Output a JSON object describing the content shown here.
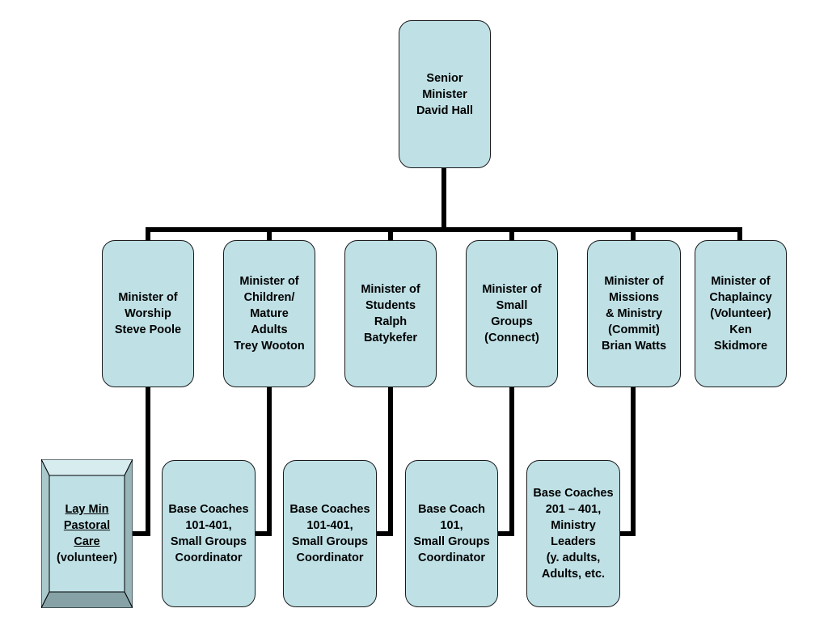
{
  "colors": {
    "box_fill": "#bfe1e6",
    "line": "#000000"
  },
  "top": {
    "text": "Senior\nMinister\nDavid Hall"
  },
  "ministers": [
    {
      "text": "Minister of\nWorship\nSteve Poole"
    },
    {
      "text": "Minister of\nChildren/\nMature\nAdults\nTrey Wooton"
    },
    {
      "text": "Minister of\nStudents\nRalph\nBatykefer"
    },
    {
      "text": "Minister of\nSmall\nGroups\n(Connect)"
    },
    {
      "text": "Minister of\nMissions\n& Ministry\n(Commit)\nBrian Watts"
    },
    {
      "text": "Minister of\nChaplaincy\n(Volunteer)\nKen\nSkidmore"
    }
  ],
  "reports": [
    {
      "line1": "Lay Min",
      "line2": "Pastoral",
      "line3": "Care",
      "line4": "(volunteer)"
    },
    {
      "text": "Base Coaches\n101-401,\nSmall Groups\nCoordinator"
    },
    {
      "text": "Base Coaches\n101-401,\nSmall Groups\nCoordinator"
    },
    {
      "text": "Base Coach\n101,\nSmall Groups\nCoordinator"
    },
    {
      "text": "Base Coaches\n201 – 401,\nMinistry\nLeaders\n(y. adults,\nAdults, etc."
    }
  ]
}
